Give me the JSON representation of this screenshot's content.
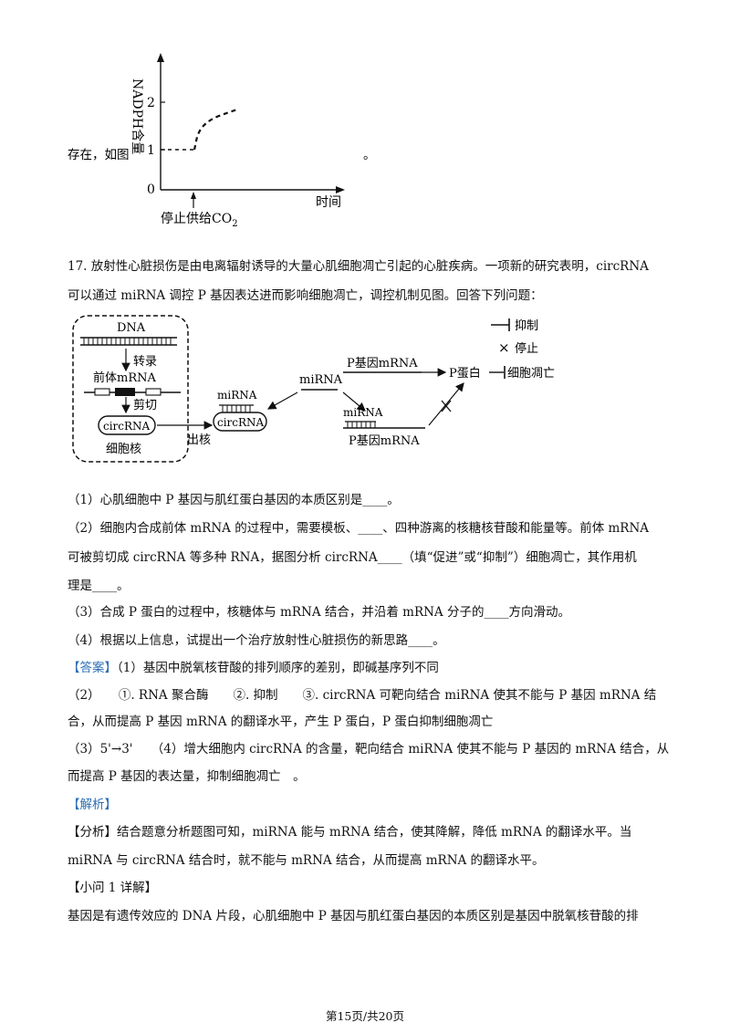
{
  "graph": {
    "ylabel": "NADPH含量",
    "y_tick_0": "0",
    "y_tick_1": "1",
    "y_tick_2": "2",
    "xlabel": "时间",
    "arrow_label_main": "停止供给CO",
    "arrow_label_sub": "2",
    "left_text": "存在，如图",
    "right_text": "。"
  },
  "question": {
    "intro_1": "17. 放射性心脏损伤是由电离辐射诱导的大量心肌细胞凋亡引起的心脏疾病。一项新的研究表明，circRNA",
    "intro_2": "可以通过 miRNA 调控 P 基因表达进而影响细胞凋亡，调控机制见图。回答下列问题：",
    "sub1": "（1）心肌细胞中 P 基因与肌红蛋白基因的本质区别是____。",
    "sub2_1": "（2）细胞内合成前体 mRNA 的过程中，需要模板、____、四种游离的核糖核苷酸和能量等。前体 mRNA",
    "sub2_2": "可被剪切成 circRNA 等多种 RNA，据图分析 circRNA____（填“促进”或“抑制”）细胞凋亡，其作用机",
    "sub2_3": "理是____。",
    "sub3": "（3）合成 P 蛋白的过程中，核糖体与 mRNA 结合，并沿着 mRNA 分子的____方向滑动。",
    "sub4": "（4）根据以上信息，试提出一个治疗放射性心脏损伤的新思路____。"
  },
  "diagram": {
    "dna": "DNA",
    "transcription": "转录",
    "pre_mrna": "前体mRNA",
    "splice": "剪切",
    "circrna_nucleus": "circRNA",
    "nucleus": "细胞核",
    "export": "出核",
    "mirna_bound_label": "miRNA",
    "circrna_bound": "circRNA",
    "mirna_center": "miRNA",
    "p_mrna_top": "P基因mRNA",
    "p_protein": "P蛋白",
    "apoptosis": "细胞凋亡",
    "mirna_lower": "miRNA",
    "p_mrna_bottom": "P基因mRNA",
    "legend_inhibit": "抑制",
    "legend_stop": "停止",
    "legend_stop_symbol": "×"
  },
  "answer": {
    "tag": "【答案】",
    "a1": "（1）基因中脱氧核苷酸的排列顺序的差别，即碱基序列不同",
    "a2_1": "（2）　　①. RNA 聚合酶　　②. 抑制　　③. circRNA 可靶向结合 miRNA 使其不能与 P 基因 mRNA 结",
    "a2_2": "合，从而提高 P 基因 mRNA 的翻译水平，产生 P 蛋白，P 蛋白抑制细胞凋亡",
    "a3_4_1": "（3）5'→3'　　（4）增大细胞内 circRNA 的含量，靶向结合 miRNA 使其不能与 P 基因的 mRNA 结合，从",
    "a3_4_2": "而提高 P 基因的表达量，抑制细胞凋亡　。"
  },
  "analysis": {
    "tag": "【解析】",
    "line1": "【分析】结合题意分析题图可知，miRNA 能与 mRNA 结合，使其降解，降低 mRNA 的翻译水平。当",
    "line2": "miRNA 与 circRNA 结合时，就不能与 mRNA 结合，从而提高 mRNA 的翻译水平。",
    "sub_tag": "【小问 1 详解】",
    "detail": "基因是有遗传效应的 DNA 片段，心肌细胞中 P 基因与肌红蛋白基因的本质区别是基因中脱氧核苷酸的排"
  },
  "footer": "第15页/共20页"
}
